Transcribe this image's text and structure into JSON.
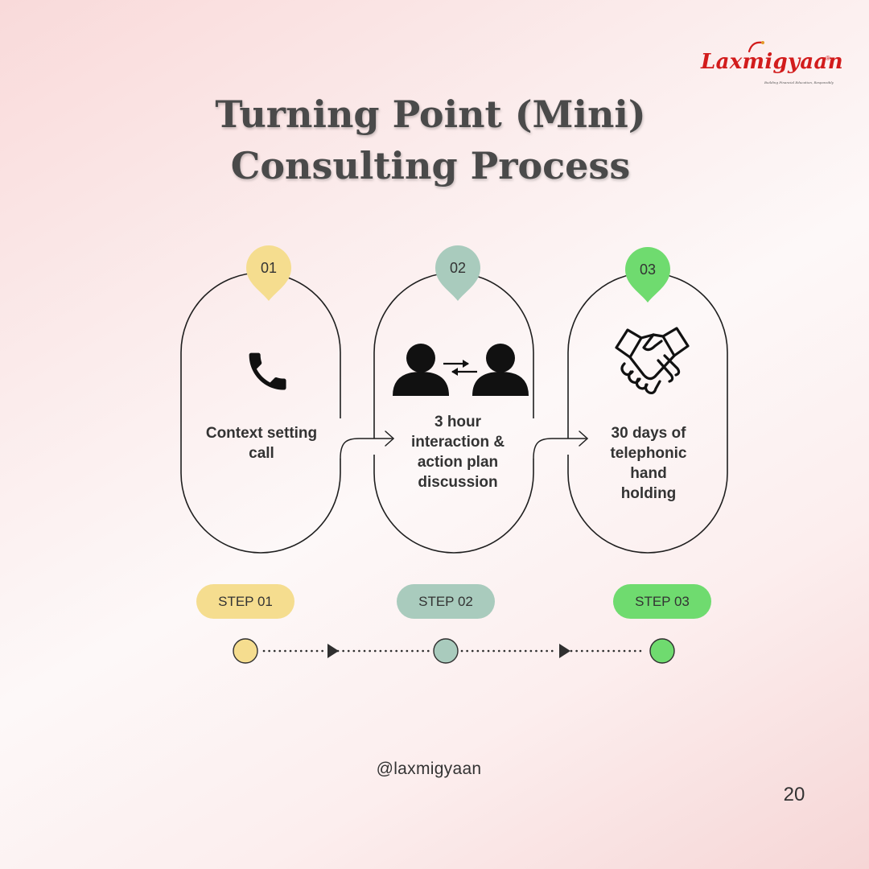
{
  "brand": {
    "name": "Laxmigyaan",
    "registered": "®",
    "tagline": "Building Financial Education, Responsibly"
  },
  "title": {
    "line1": "Turning Point (Mini)",
    "line2": "Consulting Process"
  },
  "steps": [
    {
      "number": "01",
      "label": "STEP 01",
      "color": "#f5dd8f",
      "icon": "phone-icon",
      "text_lines": [
        "Context setting",
        "call"
      ]
    },
    {
      "number": "02",
      "label": "STEP 02",
      "color": "#a9cbbd",
      "icon": "two-people-exchange-icon",
      "text_lines": [
        "3 hour",
        "interaction &",
        "action plan",
        "discussion"
      ]
    },
    {
      "number": "03",
      "label": "STEP 03",
      "color": "#6fdb6f",
      "icon": "handshake-icon",
      "text_lines": [
        "30 days of",
        "telephonic",
        "hand",
        "holding"
      ]
    }
  ],
  "footer": {
    "handle": "@laxmigyaan",
    "page_number": "20"
  }
}
